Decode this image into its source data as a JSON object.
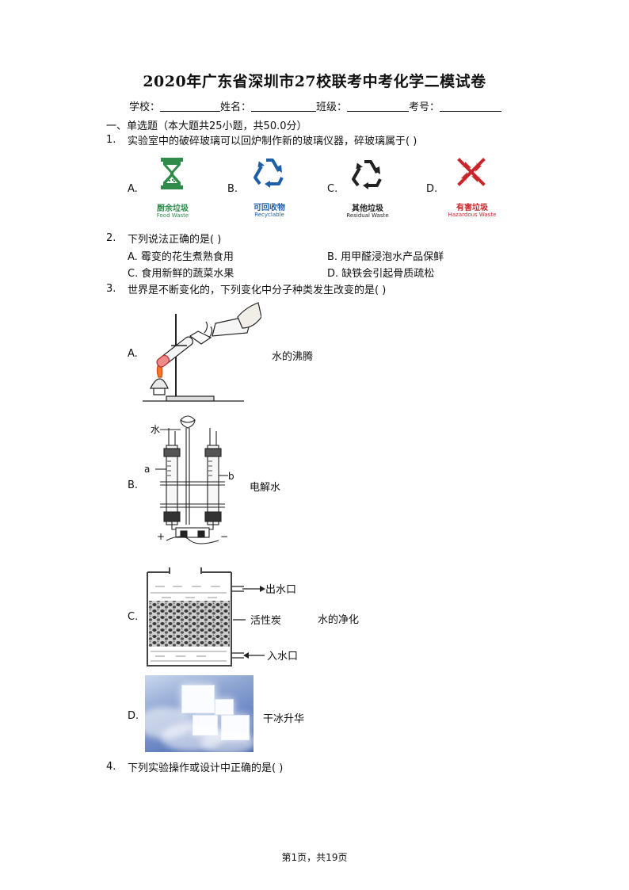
{
  "title": "2020年广东省深圳市27校联考中考化学二模试卷",
  "info": {
    "school_label": "学校：",
    "name_label": "姓名：",
    "class_label": "班级：",
    "id_label": "考号："
  },
  "section": "一、单选题（本大题共25小题，共50.0分）",
  "q1": {
    "number": "1.",
    "stem": "实验室中的破碎玻璃可以回炉制作新的玻璃仪器，碎玻璃属于(    )",
    "options": [
      {
        "letter": "A.",
        "cn": "厨余垃圾",
        "en": "Food Waste",
        "color": "#2e8b4a",
        "icon": "hourglass-icon"
      },
      {
        "letter": "B.",
        "cn": "可回收物",
        "en": "Recyclable",
        "color": "#1f5fa6",
        "icon": "recycle-icon"
      },
      {
        "letter": "C.",
        "cn": "其他垃圾",
        "en": "Residual Waste",
        "color": "#222222",
        "icon": "recycle-icon"
      },
      {
        "letter": "D.",
        "cn": "有害垃圾",
        "en": "Hazardous Waste",
        "color": "#c8262b",
        "icon": "hazard-cross-icon"
      }
    ]
  },
  "q2": {
    "number": "2.",
    "stem": "下列说法正确的是(    )",
    "options": [
      "A.  霉变的花生煮熟食用",
      "B.  用甲醛浸泡水产品保鲜",
      "C.  食用新鲜的蔬菜水果",
      "D.  缺铁会引起骨质疏松"
    ]
  },
  "q3": {
    "number": "3.",
    "stem": "世界是不断变化的，下列变化中分子种类发生改变的是(    )",
    "options": [
      {
        "letter": "A.",
        "text": "水的沸腾"
      },
      {
        "letter": "B.",
        "text": "电解水",
        "labels": {
          "water": "水",
          "a": "a",
          "b": "b",
          "plus": "+",
          "minus": "−"
        }
      },
      {
        "letter": "C.",
        "text": "水的净化",
        "labels": {
          "outlet": "出水口",
          "carbon": "活性炭",
          "inlet": "入水口"
        }
      },
      {
        "letter": "D.",
        "text": "干冰升华"
      }
    ]
  },
  "q4": {
    "number": "4.",
    "stem": "下列实验操作或设计中正确的是(    )"
  },
  "footer": "第1页，共19页"
}
